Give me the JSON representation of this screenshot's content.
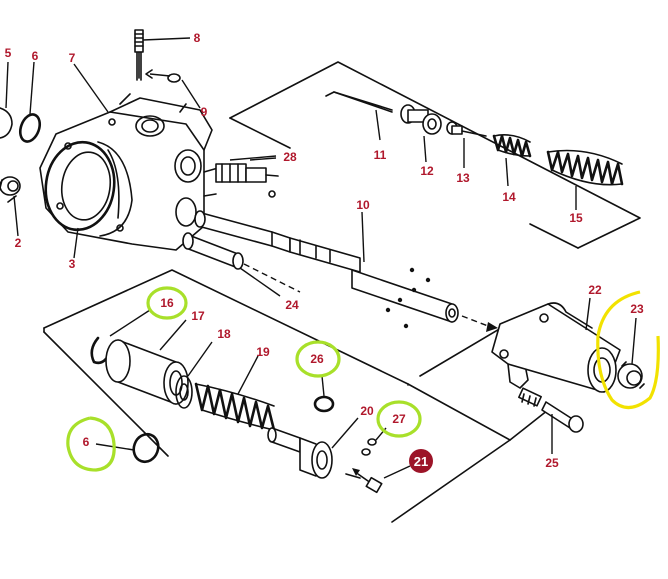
{
  "labels": {
    "p2": "2",
    "p3": "3",
    "p5": "5",
    "p6a": "6",
    "p6b": "6",
    "p7": "7",
    "p8": "8",
    "p9": "9",
    "p10": "10",
    "p11": "11",
    "p12": "12",
    "p13": "13",
    "p14": "14",
    "p15": "15",
    "p16": "16",
    "p17": "17",
    "p18": "18",
    "p19": "19",
    "p20": "20",
    "p21": "21",
    "p22": "22",
    "p23": "23",
    "p24": "24",
    "p25": "25",
    "p26": "26",
    "p27": "27",
    "p28": "28"
  },
  "colors": {
    "label_red": "#b0182c",
    "badge_dark_red": "#9c1428",
    "highlight_green": "#a8e02a",
    "highlight_yellow": "#f2e200",
    "ink": "#111111"
  }
}
